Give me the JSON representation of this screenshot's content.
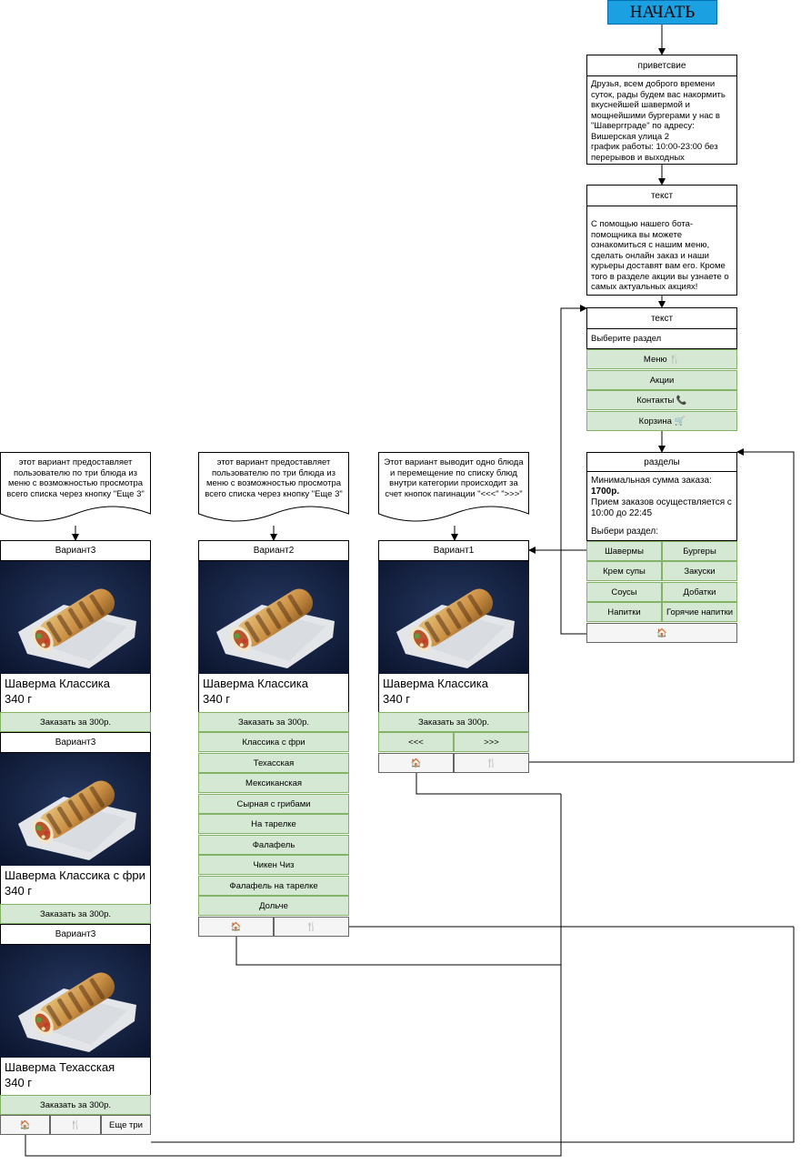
{
  "start": "НАЧАТЬ",
  "greeting": {
    "header": "приветсвие",
    "body": "Друзья, всем доброго времени суток, рады будем вас накормить вкуснейшей шавермой и мощнейшими бургерами у нас в \"Шавергграде\" по адресу: Вишерская улица 2\nграфик работы: 10:00-23:00 без перерывов и выходных"
  },
  "intro": {
    "header": "текст",
    "body": "С помощью нашего бота-помощника вы можете ознакомиться с нашим меню, сделать онлайн заказ и наши курьеры доставят вам его. Кроме того в разделе акции вы узнаете о самых актуальных акциях!"
  },
  "main_menu": {
    "header": "текст",
    "prompt": "Выберите раздел",
    "buttons": [
      "Меню 🍴",
      "Акции",
      "Контакты 📞",
      "Корзина 🛒"
    ]
  },
  "sections": {
    "header": "разделы",
    "min_label": "Минимальная сумма заказа:",
    "min_value": "1700р.",
    "hours": "Прием заказов осуществляется с 10:00 до 22:45",
    "choose": "Выбери раздел:",
    "buttons": [
      "Шавермы",
      "Бургеры",
      "Крем супы",
      "Закуски",
      "Соусы",
      "Добатки",
      "Напитки",
      "Горячие напитки"
    ],
    "home": "🏠"
  },
  "notes": {
    "v1": "Этот вариант выводит одно блюда и перемещение по списку блюд внутри категории происходит за счет кнопок пагинации \"<<<\" \">>>\"",
    "v2": "этот вариант предоставляет пользователю по три блюда из меню с возможностью просмотра всего списка через кнопку \"Еще 3\"",
    "v3": "этот вариант предоставляет пользователю по три блюда из меню с возможностью просмотра всего списка через кнопку \"Еще 3\""
  },
  "variant1": {
    "header": "Вариант1",
    "name": "Шаверма Классика",
    "weight": "340 г",
    "order": "Заказать за 300р.",
    "prev": "<<<",
    "next": ">>>",
    "home": "🏠",
    "menu": "🍴"
  },
  "variant2": {
    "header": "Вариант2",
    "name": "Шаверма Классика",
    "weight": "340 г",
    "order": "Заказать за 300р.",
    "items": [
      "Классика с фри",
      "Техасская",
      "Мексиканская",
      "Сырная с грибами",
      "На тарелке",
      "Фалафель",
      "Чикен Чиз",
      "Фалафель на тарелке",
      "Дольче"
    ],
    "home": "🏠",
    "menu": "🍴"
  },
  "variant3": {
    "cards": [
      {
        "header": "Вариант3",
        "name": "Шаверма Классика",
        "weight": "340 г",
        "order": "Заказать за 300р."
      },
      {
        "header": "Вариант3",
        "name": "Шаверма Классика с фри",
        "weight": "340 г",
        "order": "Заказать за 300р."
      },
      {
        "header": "Вариант3",
        "name": "Шаверма Техасская",
        "weight": "340 г",
        "order": "Заказать за 300р."
      }
    ],
    "home": "🏠",
    "menu": "🍴",
    "more": "Еще три"
  }
}
